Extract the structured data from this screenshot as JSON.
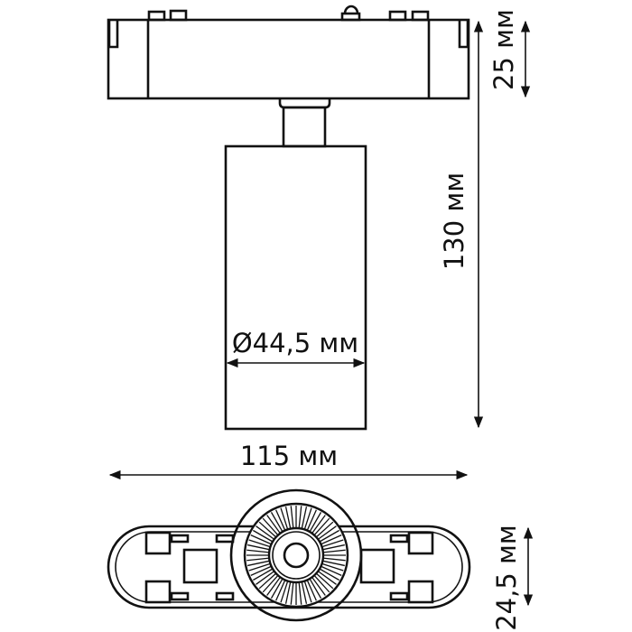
{
  "dimensions": {
    "height_track": "25 мм",
    "height_total": "130 мм",
    "diameter": "Ø44,5 мм",
    "length": "115 мм",
    "bottom_width": "24,5 мм"
  },
  "colors": {
    "line": "#111111",
    "background": "#ffffff"
  }
}
